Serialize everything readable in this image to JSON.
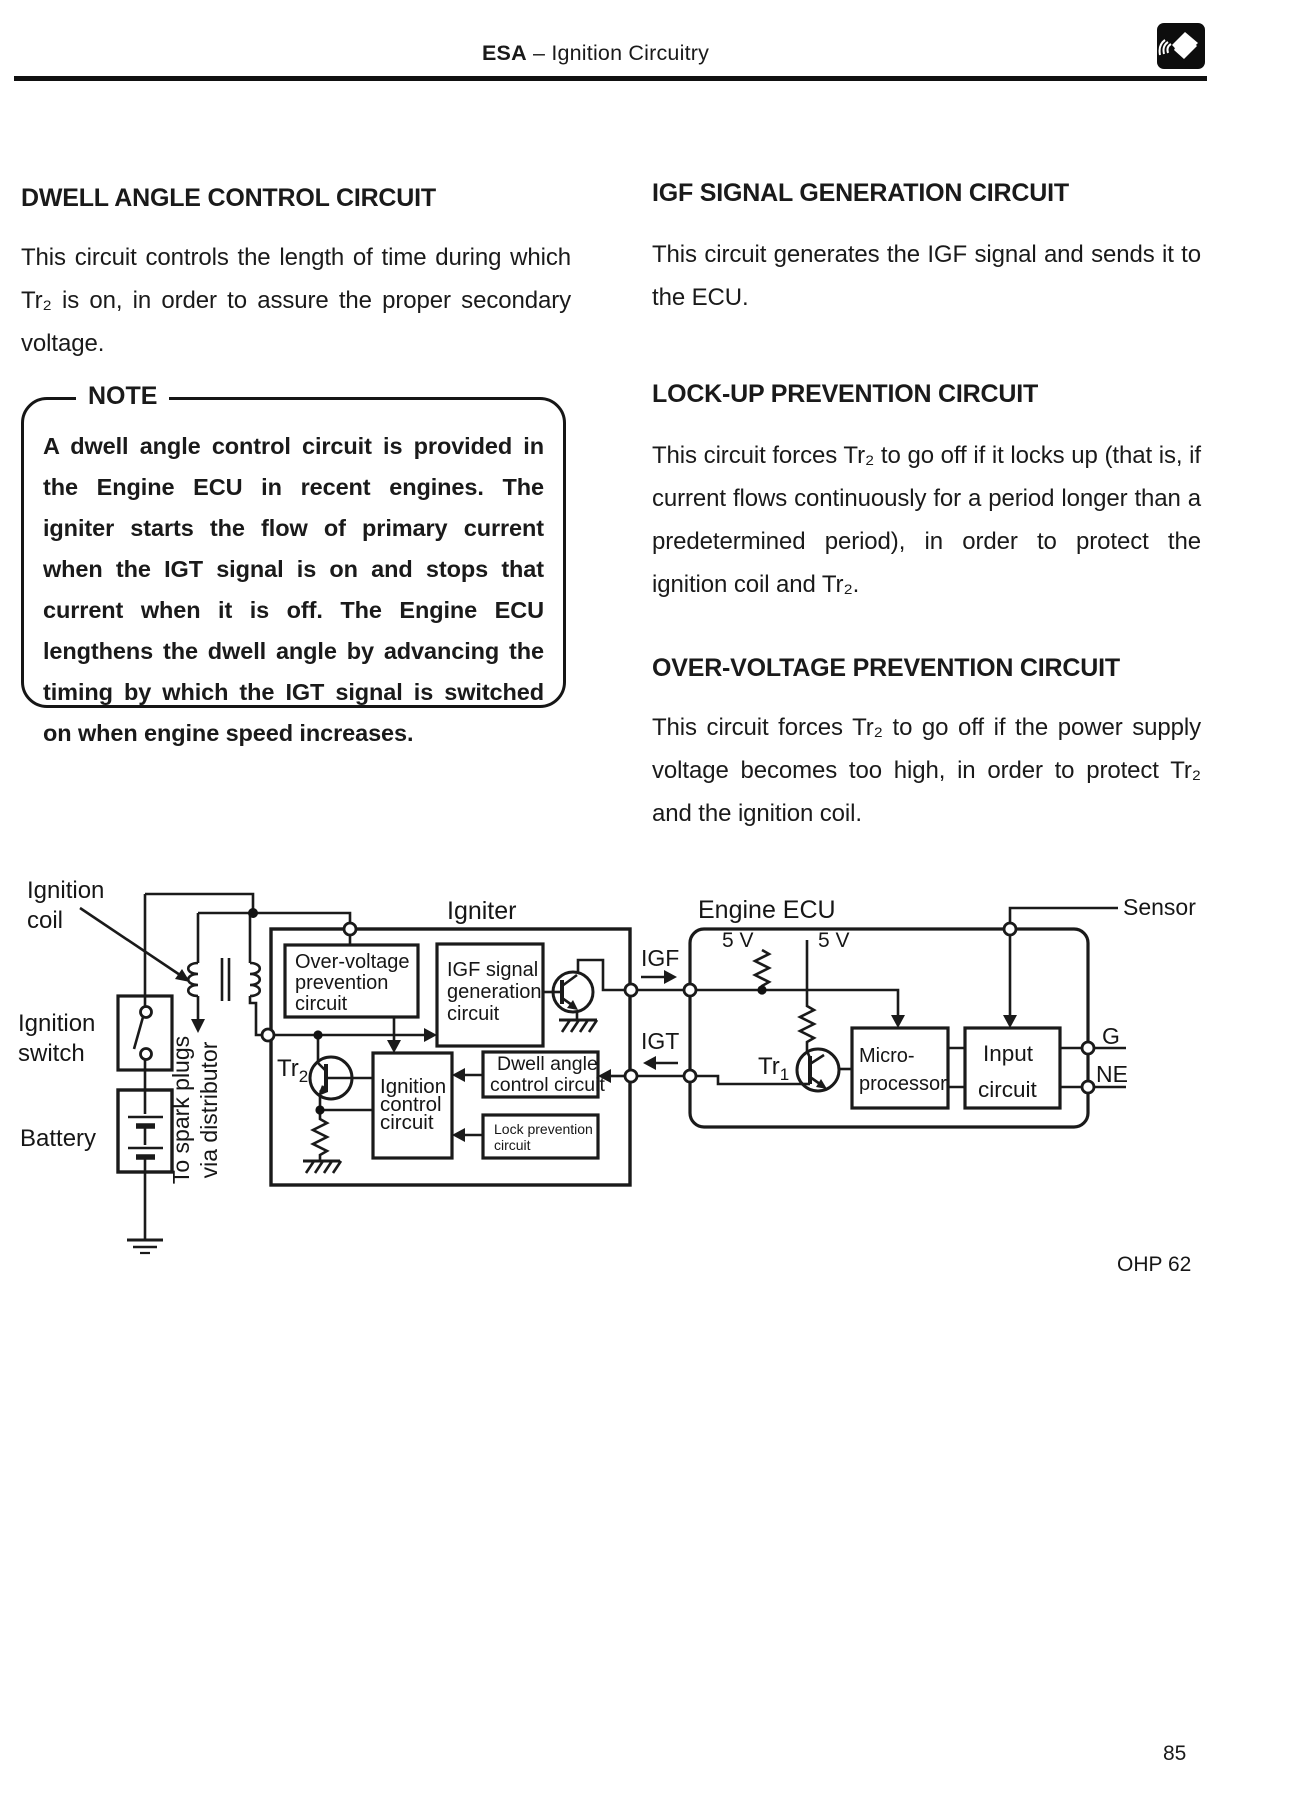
{
  "header": {
    "title_code": "ESA",
    "title_rest": " – Ignition Circuitry"
  },
  "left": {
    "s1_heading": "DWELL ANGLE CONTROL CIRCUIT",
    "s1_body": "This circuit controls the length of time during which Tr₂ is on, in order to assure the proper secondary voltage.",
    "note_label": "NOTE",
    "note_body": "A dwell angle control circuit is provided in the Engine ECU in recent engines. The igniter starts the flow of primary current when the IGT signal is on and stops that current when it is off. The Engine ECU lengthens the dwell angle by advancing the timing by which the IGT signal is switched on when engine speed increases."
  },
  "right": {
    "s1_heading": "IGF SIGNAL GENERATION CIRCUIT",
    "s1_body": "This circuit generates the IGF signal and sends it to the ECU.",
    "s2_heading": "LOCK-UP PREVENTION CIRCUIT",
    "s2_body": "This circuit forces Tr₂ to go off if it locks up (that is, if current flows continuously for a period longer than a predetermined period), in order to protect the ignition coil and Tr₂.",
    "s3_heading": "OVER-VOLTAGE PREVENTION CIRCUIT",
    "s3_body": "This circuit forces Tr₂ to go off if the power supply voltage becomes too high, in order to protect Tr₂ and the ignition coil."
  },
  "diagram": {
    "ignition_coil_l1": "Ignition",
    "ignition_coil_l2": "coil",
    "ignition_switch_l1": "Ignition",
    "ignition_switch_l2": "switch",
    "battery": "Battery",
    "spark_l1": "To spark plugs",
    "spark_l2": "via distributor",
    "igniter": "Igniter",
    "engine_ecu": "Engine ECU",
    "sensor": "Sensor",
    "overvoltage_l1": "Over-voltage",
    "overvoltage_l2": "prevention",
    "overvoltage_l3": "circuit",
    "igfgen_l1": "IGF signal",
    "igfgen_l2": "generation",
    "igfgen_l3": "circuit",
    "igncontrol_l1": "Ignition",
    "igncontrol_l2": "control",
    "igncontrol_l3": "circuit",
    "dwell_l1": "Dwell angle",
    "dwell_l2": "control circuit",
    "lock_l1": "Lock prevention",
    "lock_l2": "circuit",
    "micro_l1": "Micro-",
    "micro_l2": "processor",
    "input_l1": "Input",
    "input_l2": "circuit",
    "igf": "IGF",
    "igt": "IGT",
    "v5_left": "5 V",
    "v5_right": "5 V",
    "tr": "Tr",
    "tr1_sub": "1",
    "tr2_sub": "2",
    "g": "G",
    "ne": "NE",
    "ohp": "OHP 62"
  },
  "footer": {
    "page_number": "85"
  }
}
